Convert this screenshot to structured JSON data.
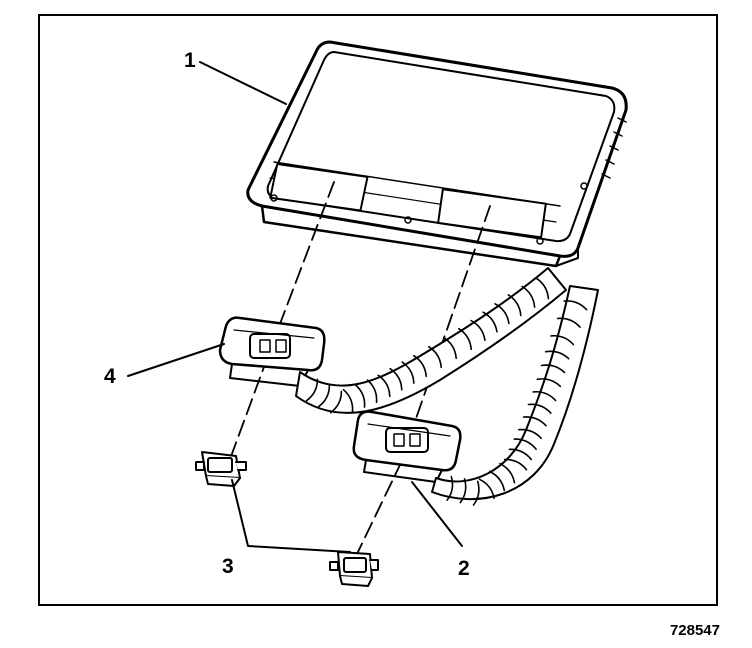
{
  "diagram": {
    "callouts": {
      "module": "1",
      "connector_right": "2",
      "locks": "3",
      "connector_left": "4"
    },
    "figure_number": "728547"
  },
  "colors": {
    "ink": "#000000",
    "paper": "#ffffff"
  }
}
